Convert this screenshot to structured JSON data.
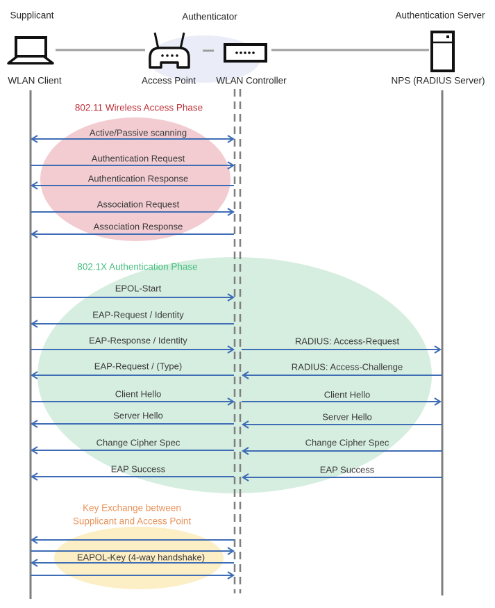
{
  "actors": {
    "supplicant_role": "Supplicant",
    "authenticator_role": "Authenticator",
    "server_role": "Authentication Server",
    "wlan_client": "WLAN Client",
    "access_point": "Access Point",
    "wlan_controller": "WLAN Controller",
    "nps": "NPS (RADIUS Server)"
  },
  "phases": {
    "phase1": {
      "label": "802.11 Wireless Access Phase",
      "title_color": "#be3038",
      "fill": "#f2ccd1"
    },
    "phase2": {
      "label": "802.1X Authentication Phase",
      "title_color": "#45be7e",
      "fill": "#d6eee0"
    },
    "phase3": {
      "label_line1": "Key Exchange between",
      "label_line2": "Supplicant and Access Point",
      "title_color": "#e8935a",
      "fill": "#fceec5"
    }
  },
  "messages": [
    {
      "label": "Active/Passive scanning",
      "from": "WLAN Client",
      "to": "WLAN Controller",
      "direction": "both"
    },
    {
      "label": "Authentication Request",
      "from": "WLAN Client",
      "to": "WLAN Controller",
      "direction": "right"
    },
    {
      "label": "Authentication Response",
      "from": "WLAN Controller",
      "to": "WLAN Client",
      "direction": "left"
    },
    {
      "label": "Association Request",
      "from": "WLAN Client",
      "to": "WLAN Controller",
      "direction": "right"
    },
    {
      "label": "Association Response",
      "from": "WLAN Controller",
      "to": "WLAN Client",
      "direction": "left"
    },
    {
      "label": "EPOL-Start",
      "from": "WLAN Client",
      "to": "WLAN Controller",
      "direction": "right"
    },
    {
      "label": "EAP-Request / Identity",
      "from": "WLAN Controller",
      "to": "WLAN Client",
      "direction": "left"
    },
    {
      "label": "EAP-Response / Identity",
      "from": "WLAN Client",
      "to": "WLAN Controller",
      "direction": "right"
    },
    {
      "label": "RADIUS: Access-Request",
      "from": "WLAN Controller",
      "to": "NPS (RADIUS Server)",
      "direction": "right"
    },
    {
      "label": "EAP-Request / (Type)",
      "from": "WLAN Controller",
      "to": "WLAN Client",
      "direction": "left"
    },
    {
      "label": "RADIUS: Access-Challenge",
      "from": "NPS (RADIUS Server)",
      "to": "WLAN Controller",
      "direction": "left"
    },
    {
      "label": "Client Hello",
      "from": "WLAN Client",
      "to": "WLAN Controller",
      "direction": "right"
    },
    {
      "label": "Client Hello",
      "from": "WLAN Controller",
      "to": "NPS (RADIUS Server)",
      "direction": "right"
    },
    {
      "label": "Server Hello",
      "from": "WLAN Controller",
      "to": "WLAN Client",
      "direction": "left"
    },
    {
      "label": "Server Hello",
      "from": "NPS (RADIUS Server)",
      "to": "WLAN Controller",
      "direction": "left"
    },
    {
      "label": "Change Cipher Spec",
      "from": "WLAN Controller",
      "to": "WLAN Client",
      "direction": "left"
    },
    {
      "label": "Change Cipher Spec",
      "from": "NPS (RADIUS Server)",
      "to": "WLAN Controller",
      "direction": "left"
    },
    {
      "label": "EAP Success",
      "from": "WLAN Controller",
      "to": "WLAN Client",
      "direction": "left"
    },
    {
      "label": "EAP Success",
      "from": "NPS (RADIUS Server)",
      "to": "WLAN Controller",
      "direction": "left"
    },
    {
      "label": "EAPOL-Key (4-way handshake)",
      "from": "WLAN Client",
      "to": "WLAN Controller",
      "direction": "both",
      "arrows": 4
    }
  ],
  "colors": {
    "arrow": "#3e6db5",
    "lifeline": "#7f7f7f",
    "device_connector": "#9e9e9e",
    "authenticator_halo": "#eaedf7",
    "message_text": "#3a3a3a"
  }
}
